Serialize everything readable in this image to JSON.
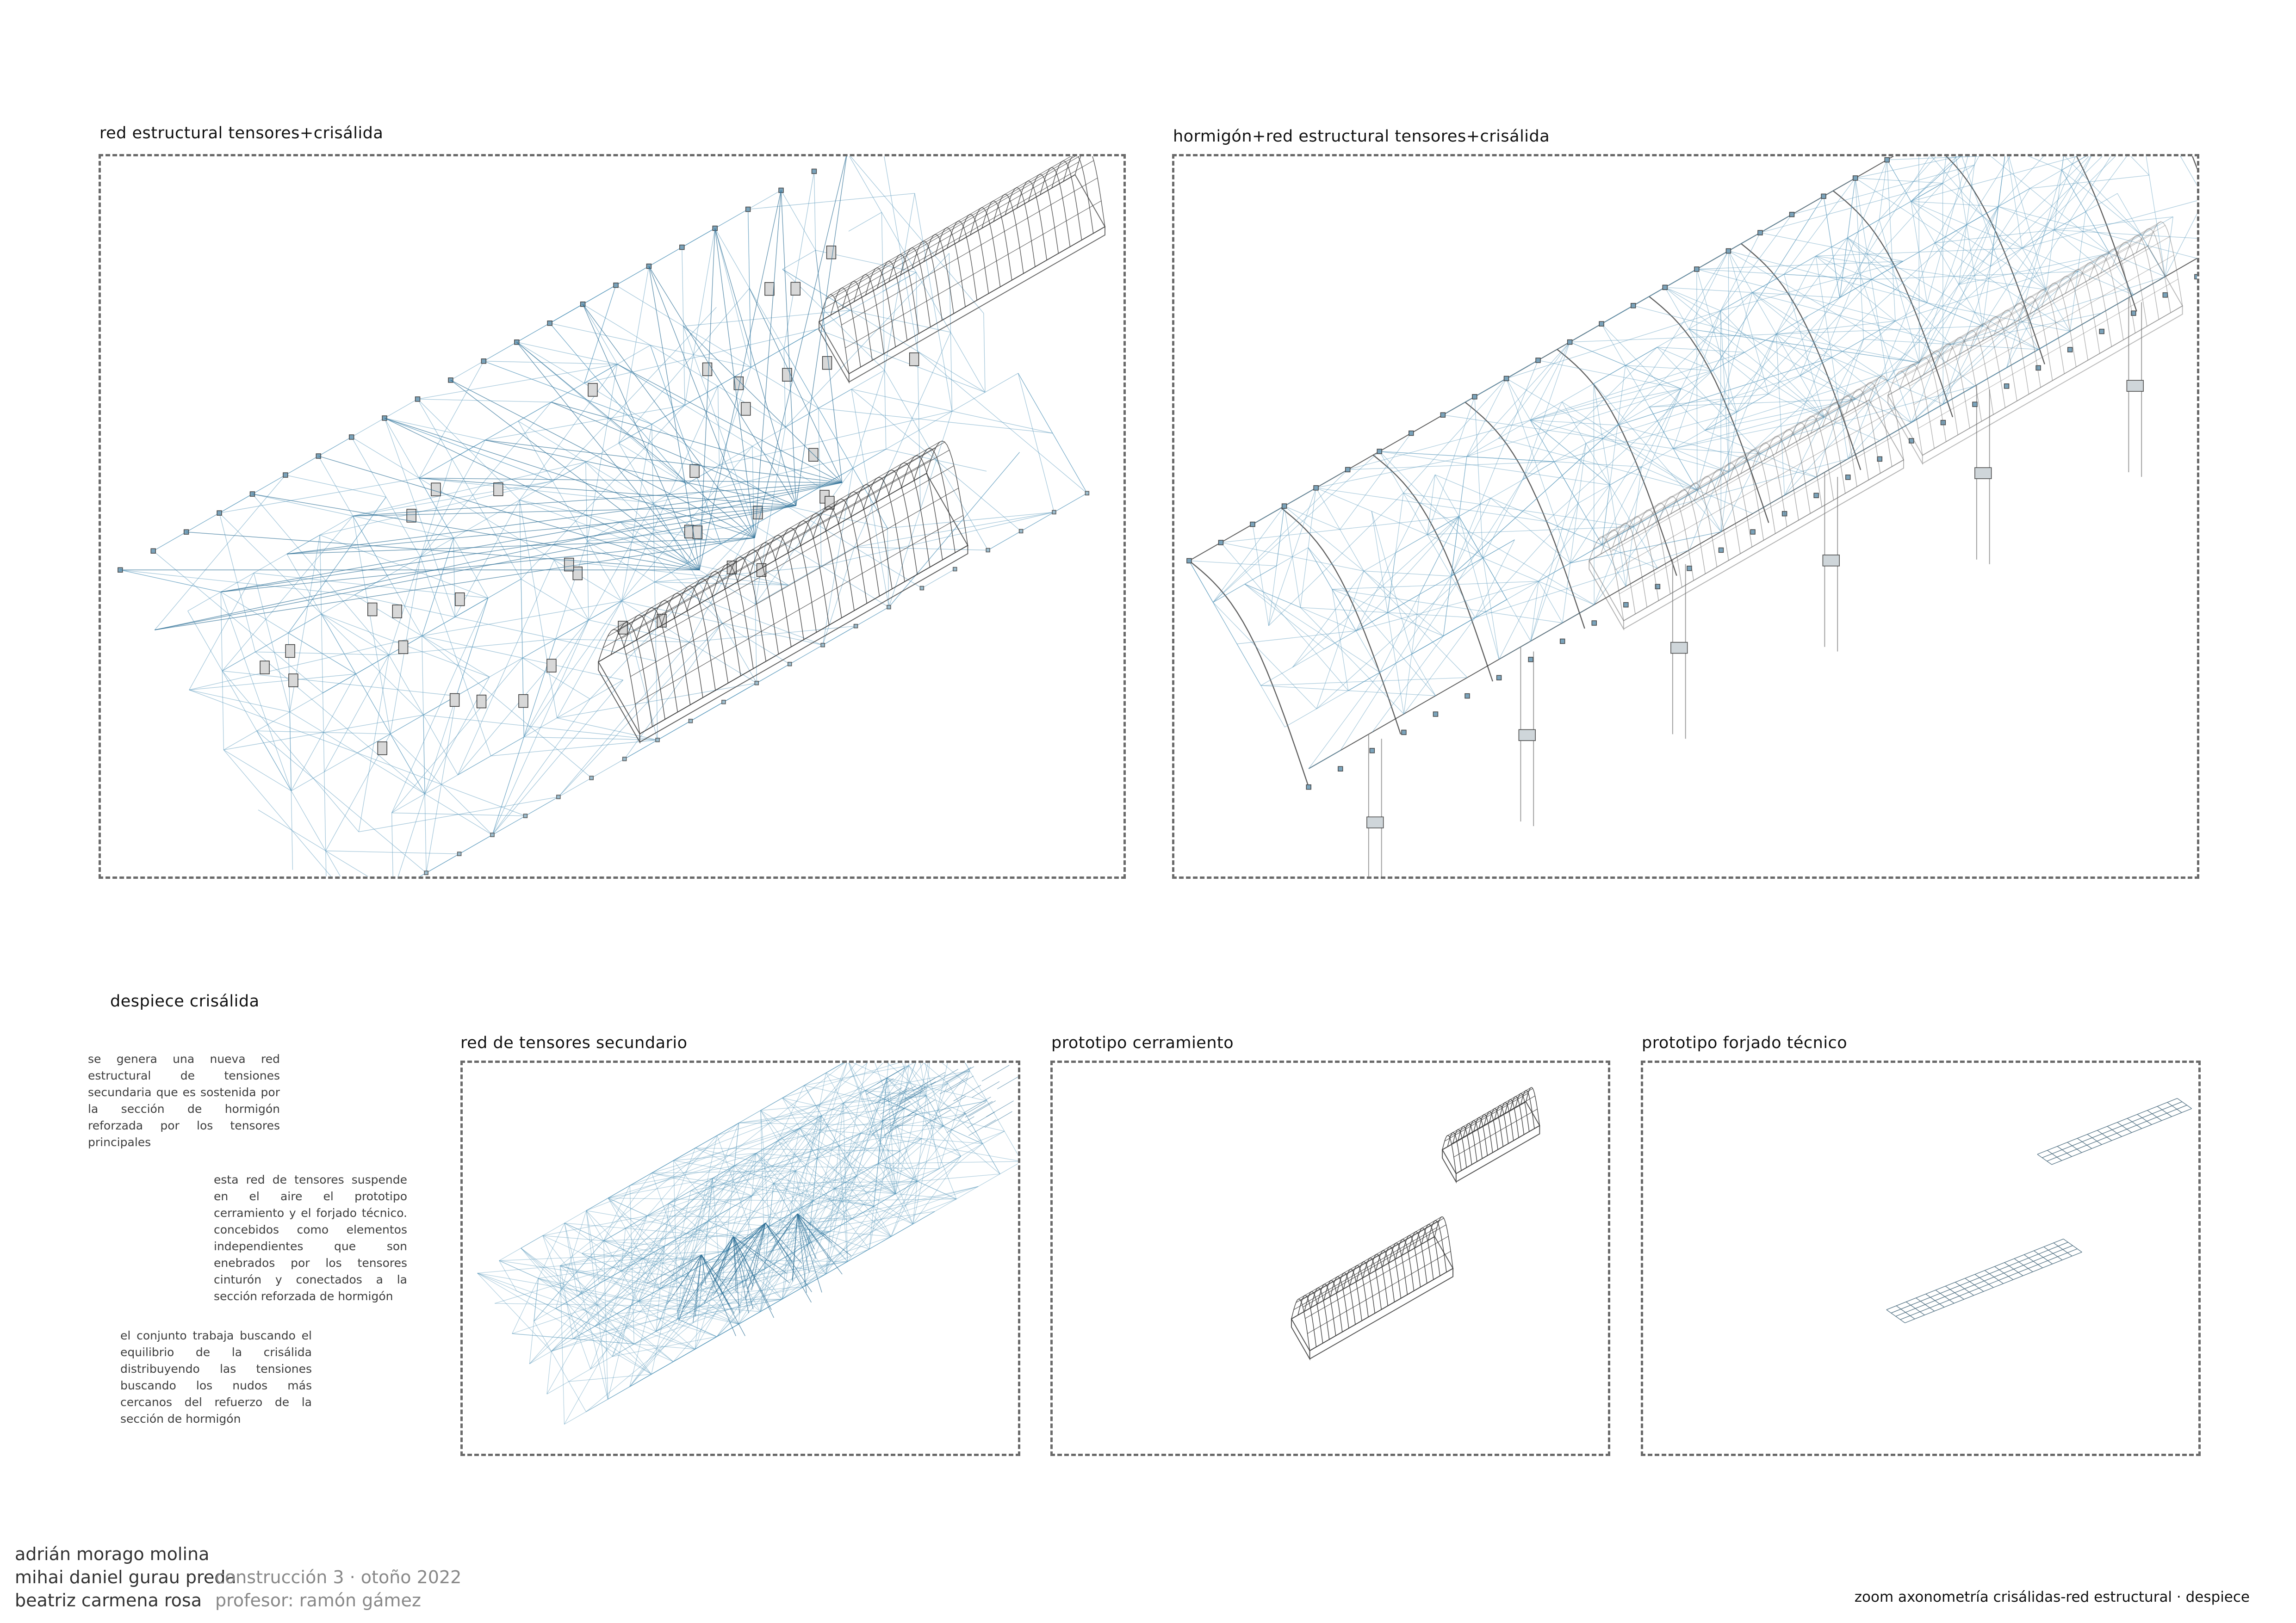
{
  "panels": {
    "top_left": {
      "title": "red estructural tensores+crisálida"
    },
    "top_right": {
      "title": "hormigón+red estructural tensores+crisálida"
    },
    "sub1": {
      "title": "red de tensores secundario"
    },
    "sub2": {
      "title": "prototipo cerramiento"
    },
    "sub3": {
      "title": "prototipo forjado técnico"
    }
  },
  "section": {
    "title": "despiece crisálida"
  },
  "texts": {
    "p1": "se genera una nueva red estructural de tensiones secundaria que es sostenida por la sección de hormigón reforzada por los tensores principales",
    "p2": "esta red de tensores suspende en el aire el prototipo cerramiento y el forjado técnico. concebidos como elementos independientes que son enebrados por los tensores cinturón y conectados a la sección reforzada de hormigón",
    "p3": "el conjunto trabaja buscando el equilibrio de la crisálida distribuyendo las tensiones buscando los nudos más cercanos del refuerzo de la sección de hormigón"
  },
  "footer": {
    "authors": [
      "adrián morago molina",
      "mihai daniel gurau preda",
      "beatriz carmena rosa"
    ],
    "course": [
      "construcción 3 · otoño 2022",
      "profesor: ramón gámez"
    ],
    "caption": "zoom axonometría crisálidas-red estructural · despiece"
  },
  "colors": {
    "cable": "#5d9bbd",
    "cable_dark": "#2e6f96",
    "structure": "#3a3a3a",
    "concrete": "#8a8a8a",
    "frame": "#6a6a6a"
  }
}
